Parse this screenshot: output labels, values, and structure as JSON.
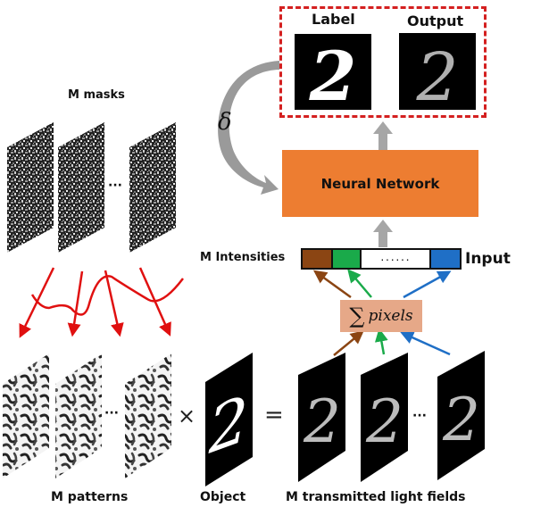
{
  "result_panel": {
    "label_title": "Label",
    "output_title": "Output",
    "digit": "2",
    "frame_color": "#d42020"
  },
  "feedback": {
    "symbol": "δ",
    "arrow_color": "#9a9a9a"
  },
  "network": {
    "title": "Neural Network",
    "color": "#ed7d31"
  },
  "intensities": {
    "left_label": "M Intensities",
    "right_label": "Input",
    "cells": [
      {
        "name": "intensity-1",
        "color": "#8b4513"
      },
      {
        "name": "intensity-2",
        "color": "#1aaa4a"
      },
      {
        "name": "intensity-ellipsis",
        "text": "······"
      },
      {
        "name": "intensity-M",
        "color": "#1f6fc6"
      }
    ]
  },
  "summation": {
    "sigma": "∑",
    "text": "pixels",
    "color": "#e6a888"
  },
  "masks": {
    "title": "M masks",
    "ellipsis": "···"
  },
  "patterns": {
    "title": "M patterns",
    "ellipsis": "···",
    "arrow_color": "#e01010"
  },
  "object": {
    "title": "Object",
    "digit": "2"
  },
  "operators": {
    "times": "×",
    "equals": "="
  },
  "light_fields": {
    "title": "M transmitted light fields",
    "ellipsis": "···",
    "digit": "2"
  },
  "arrow_colors": {
    "brown": "#8b4513",
    "green": "#1aaa4a",
    "blue": "#1f6fc6",
    "gray": "#a6a6a6"
  }
}
